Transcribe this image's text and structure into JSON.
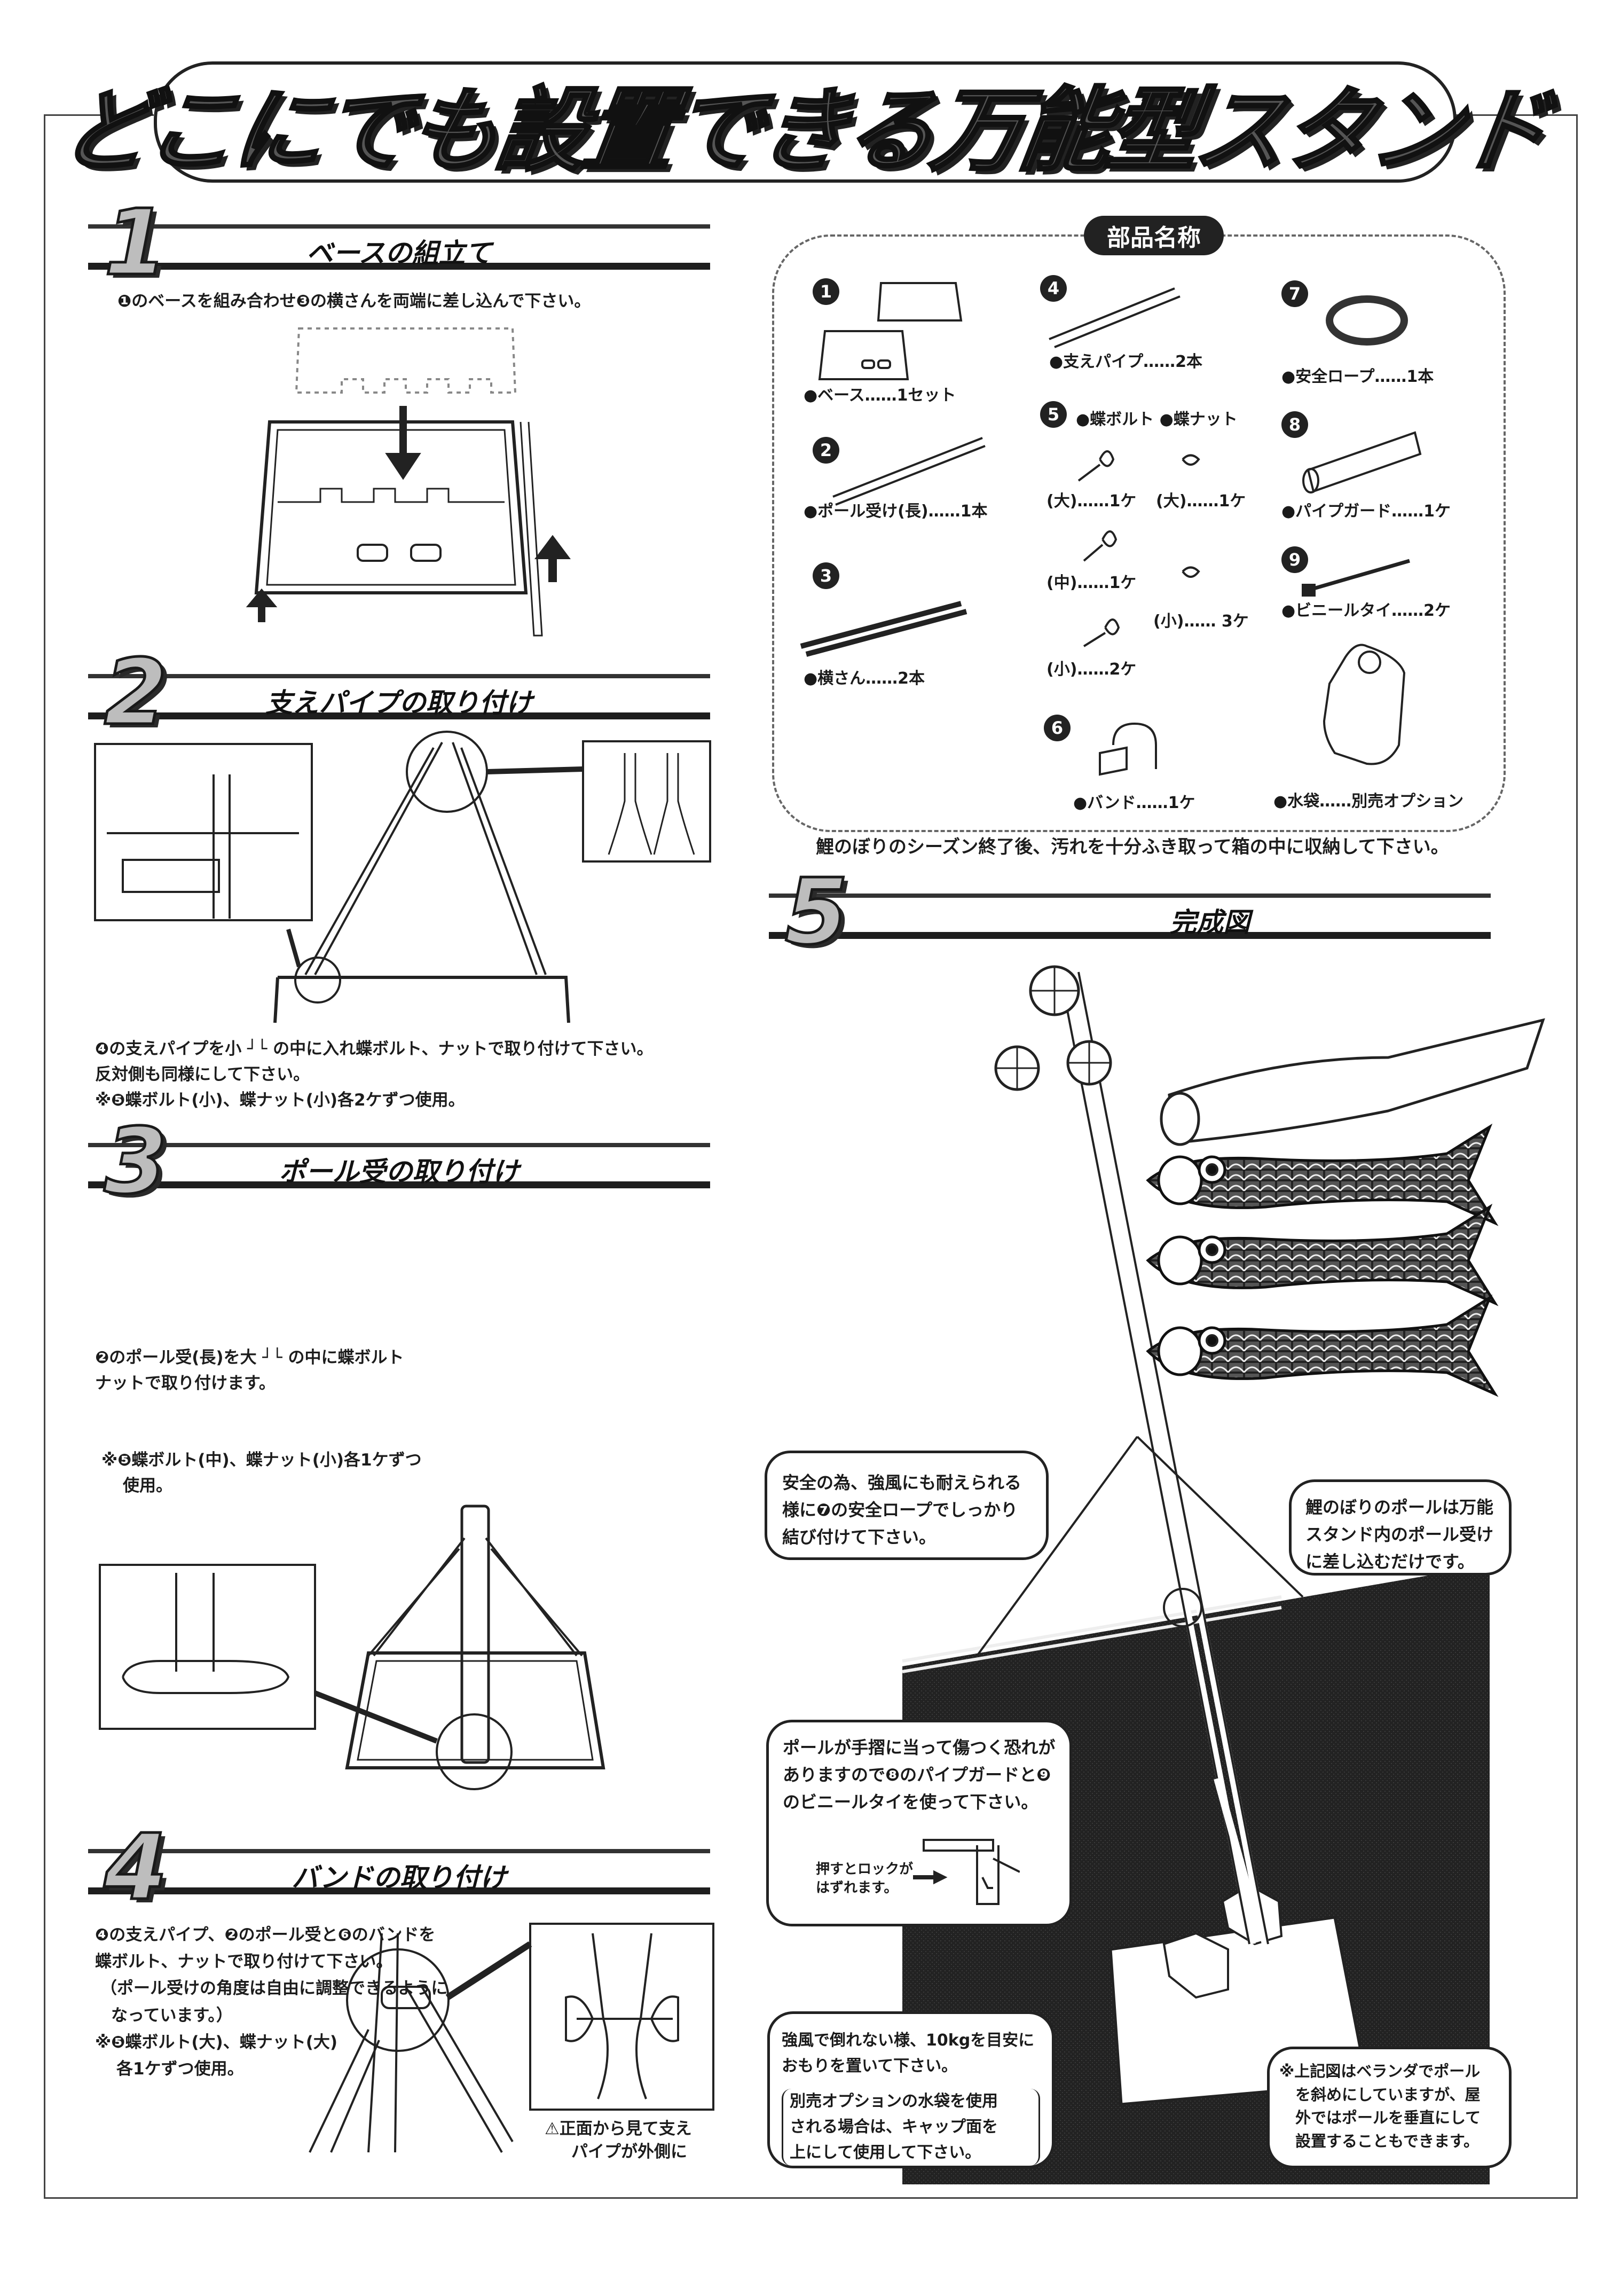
{
  "title": "どこにでも設置できる万能型スタンド",
  "sections": [
    {
      "number": "1",
      "title": "ベースの組立て",
      "text": [
        "❶のベースを組み合わせ❸の横さんを両端に差し込んで下さい。"
      ]
    },
    {
      "number": "2",
      "title": "支えパイプの取り付け",
      "text": [
        "❹の支えパイプを小 ┘└ の中に入れ蝶ボルト、ナットで取り付けて下さい。",
        "反対側も同様にして下さい。",
        "※❺蝶ボルト(小)、蝶ナット(小)各2ケずつ使用。"
      ]
    },
    {
      "number": "3",
      "title": "ポール受の取り付け",
      "text": [
        "❷のポール受(長)を大 ┘└ の中に蝶ボルト",
        "ナットで取り付けます。"
      ],
      "note": [
        "※❺蝶ボルト(中)、蝶ナット(小)各1ケずつ",
        "使用。"
      ]
    },
    {
      "number": "4",
      "title": "バンドの取り付け",
      "text": [
        "❹の支えパイプ、❷のポール受と❻のバンドを",
        "蝶ボルト、ナットで取り付けて下さい。",
        "（ポール受けの角度は自由に調整できるように",
        "なっています。）",
        "※❺蝶ボルト(大)、蝶ナット(大)",
        "各1ケずつ使用。"
      ],
      "warning": [
        "⚠正面から見て支え",
        "パイプが外側に"
      ]
    },
    {
      "number": "5",
      "title": "完成図"
    }
  ],
  "parts": {
    "heading": "部品名称",
    "items": [
      {
        "num": "1",
        "label": "●ベース……1セット"
      },
      {
        "num": "2",
        "label": "●ポール受け(長)……1本"
      },
      {
        "num": "3",
        "label": "●横さん……2本"
      },
      {
        "num": "4",
        "label": "●支えパイプ……2本"
      },
      {
        "num": "5",
        "label": "●蝶ボルト  ●蝶ナット"
      },
      {
        "num": "6",
        "label": "●バンド……1ケ"
      },
      {
        "num": "7",
        "label": "●安全ロープ……1本"
      },
      {
        "num": "8",
        "label": "●パイプガード……1ケ"
      },
      {
        "num": "9",
        "label": "●ビニールタイ……2ケ"
      }
    ],
    "bolts": [
      {
        "size": "大",
        "count": "……1ケ"
      },
      {
        "size": "大",
        "count": "……1ケ"
      },
      {
        "size": "中",
        "count": "……1ケ"
      },
      {
        "size": "小",
        "count": "…… 3ケ"
      },
      {
        "size": "小",
        "count": "……2ケ"
      }
    ],
    "water_bag": "●水袋……別売オプション"
  },
  "storage_note": "鯉のぼりのシーズン終了後、汚れを十分ふき取って箱の中に収納して下さい。",
  "callouts": {
    "rope": [
      "安全の為、強風にも耐えられる",
      "様に❼の安全ロープでしっかり",
      "結び付けて下さい。"
    ],
    "pole": [
      "鯉のぼりのポールは万能",
      "スタンド内のポール受け",
      "に差し込むだけです。"
    ],
    "guard": [
      "ポールが手摺に当って傷つく恐れが",
      "ありますので❽のパイプガードと❾",
      "のビニールタイを使って下さい。"
    ],
    "lock": [
      "押すとロックが",
      "はずれます。"
    ],
    "weight": [
      "強風で倒れない様、10kgを目安に",
      "おもりを置いて下さい。"
    ],
    "weight_option": [
      "別売オプションの水袋を使用",
      "される場合は、キャップ面を",
      "上にして使用して下さい。"
    ],
    "note": [
      "※上記図はベランダでポール",
      "を斜めにしていますが、屋",
      "外ではポールを垂直にして",
      "設置することもできます。"
    ]
  }
}
